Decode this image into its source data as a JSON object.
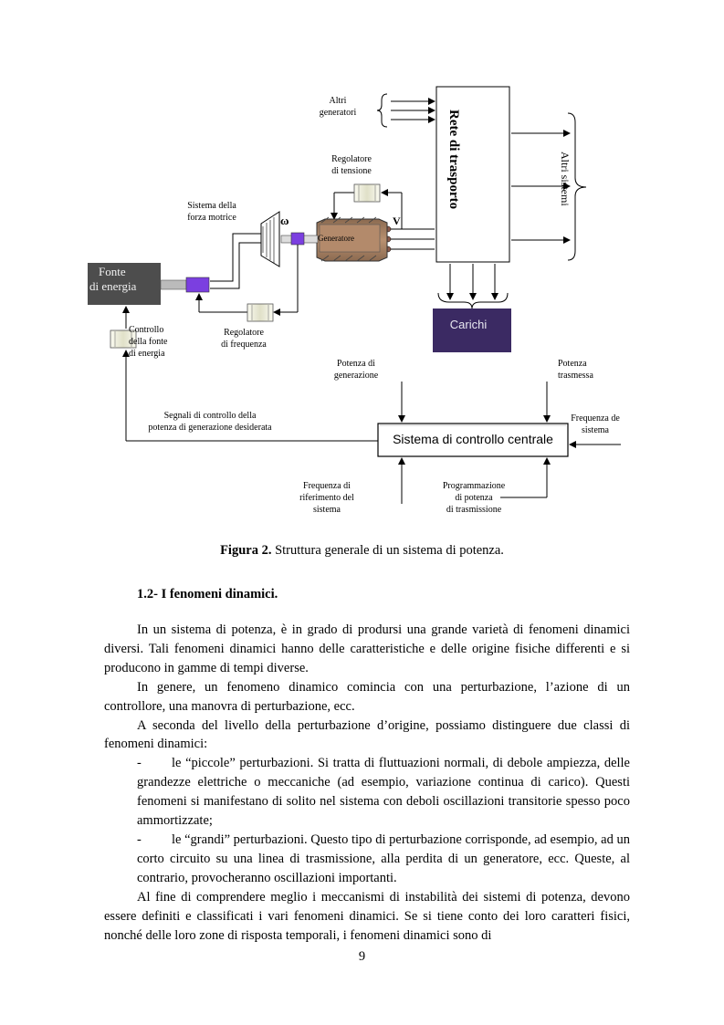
{
  "diagram": {
    "labels": {
      "altri_generatori": [
        "Altri",
        "generatori"
      ],
      "rete_di_trasporto": [
        "Rete di",
        "trasporto"
      ],
      "altri_sistemi": "Altri sistemi",
      "regolatore_tensione": [
        "Regolatore",
        "di tensione"
      ],
      "sistema_forza_motrice": [
        "Sistema della",
        "forza motrice"
      ],
      "omega": "ω",
      "v": "V",
      "generatore": "Generatore",
      "fonte_di_energia": [
        "Fonte",
        "di energia"
      ],
      "regolatore_frequenza": [
        "Regolatore",
        "di frequenza"
      ],
      "controllo_fonte": [
        "Controllo",
        "della fonte",
        "di energia"
      ],
      "carichi": "Carichi",
      "potenza_generazione": [
        "Potenza di",
        "generazione"
      ],
      "potenza_trasmessa": [
        "Potenza",
        "trasmessa"
      ],
      "segnali_controllo": [
        "Segnali di controllo della",
        "potenza di generazione desiderata"
      ],
      "frequenza_sistema": [
        "Frequenza de",
        "sistema"
      ],
      "sistema_controllo_centrale": "Sistema di controllo centrale",
      "frequenza_riferimento": [
        "Frequenza di",
        "riferimento del",
        "sistema"
      ],
      "programmazione": [
        "Programmazione",
        "di potenza",
        "di trasmissione"
      ]
    },
    "colors": {
      "fonte_box": "#4d4d4d",
      "carichi_box": "#3b2a63",
      "connector": "#7b3fe0",
      "generator_body": "#a67d5d",
      "regulator_fill": "#e8e8d0"
    }
  },
  "caption": {
    "label": "Figura 2.",
    "text": " Struttura generale di un sistema di potenza."
  },
  "section_heading": "1.2- I fenomeni dinamici.",
  "paragraphs": [
    "In un sistema di potenza, è in grado di prodursi una grande varietà di fenomeni dinamici diversi. Tali fenomeni dinamici hanno delle caratteristiche e delle origine fisiche differenti e si producono in gamme di tempi diverse.",
    "In genere, un fenomeno dinamico comincia con una perturbazione, l’azione di un controllore, una manovra di perturbazione, ecc.",
    "A seconda del livello della perturbazione d’origine, possiamo distinguere due classi di fenomeni dinamici:"
  ],
  "bullets": [
    "le “piccole” perturbazioni. Si tratta di fluttuazioni normali, di debole ampiezza, delle grandezze elettriche o meccaniche (ad esempio, variazione continua di carico). Questi fenomeni si manifestano di solito nel sistema con deboli oscillazioni transitorie spesso poco ammortizzate;",
    "le “grandi” perturbazioni. Questo tipo di perturbazione corrisponde, ad esempio, ad un corto circuito su una linea di trasmissione, alla perdita di un generatore, ecc. Queste, al contrario, provocheranno oscillazioni importanti."
  ],
  "bullet_marker": "-",
  "closing_paragraph": "Al fine di comprendere meglio i meccanismi di instabilità dei sistemi di potenza, devono essere definiti e classificati i vari fenomeni dinamici. Se si tiene conto dei loro caratteri fisici, nonché delle loro zone di risposta temporali, i fenomeni dinamici sono di",
  "page_number": "9"
}
